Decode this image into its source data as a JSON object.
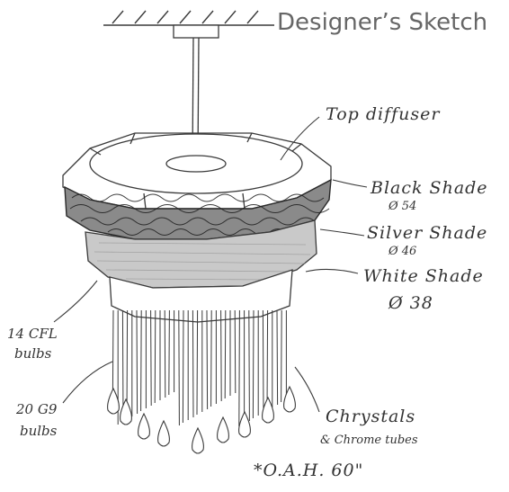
{
  "header": {
    "title": "Designer’s Sketch"
  },
  "labels": {
    "top_diffuser": "Top diffuser",
    "black_shade": "Black Shade",
    "black_shade_dim": "Ø 54",
    "silver_shade": "Silver Shade",
    "silver_shade_dim": "Ø 46",
    "white_shade": "White Shade",
    "white_shade_dim": "Ø 38",
    "cfl_bulbs_line1": "14 CFL",
    "cfl_bulbs_line2": "bulbs",
    "g9_bulbs_line1": "20 G9",
    "g9_bulbs_line2": "bulbs",
    "chrystals_line1": "Chrystals",
    "chrystals_line2": "& Chrome tubes",
    "oah": "*O.A.H. 60\""
  },
  "colors": {
    "pencil": "#3a3a3a",
    "title": "#666666"
  }
}
